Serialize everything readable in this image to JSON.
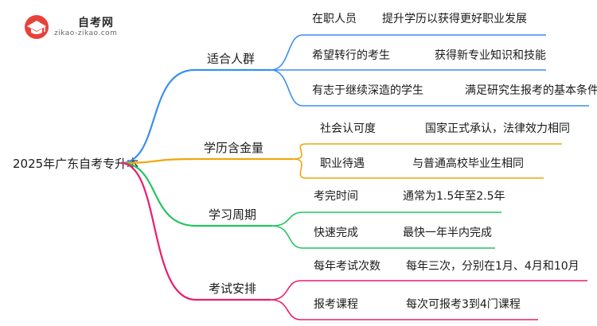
{
  "logo": {
    "name": "自考网",
    "domain": "zikao-zikao.com",
    "icon": "graduation-cap-icon"
  },
  "root": "2025年广东自考专升本",
  "branches": [
    {
      "label": "适合人群",
      "color": "#3b8ef0",
      "items": [
        {
          "label": "在职人员",
          "detail": "提升学历以获得更好职业发展"
        },
        {
          "label": "希望转行的考生",
          "detail": "获得新专业知识和技能"
        },
        {
          "label": "有志于继续深造的学生",
          "detail": "满足研究生报考的基本条件"
        }
      ]
    },
    {
      "label": "学历含金量",
      "color": "#f0a60a",
      "items": [
        {
          "label": "社会认可度",
          "detail": "国家正式承认，法律效力相同"
        },
        {
          "label": "职业待遇",
          "detail": "与普通高校毕业生相同"
        }
      ]
    },
    {
      "label": "学习周期",
      "color": "#22c55e",
      "items": [
        {
          "label": "考完时间",
          "detail": "通常为1.5年至2.5年"
        },
        {
          "label": "快速完成",
          "detail": "最快一年半内完成"
        }
      ]
    },
    {
      "label": "考试安排",
      "color": "#e91e6e",
      "items": [
        {
          "label": "每年考试次数",
          "detail": "每年三次，分别在1月、4月和10月"
        },
        {
          "label": "报考课程",
          "detail": "每次可报考3到4门课程"
        }
      ]
    }
  ]
}
